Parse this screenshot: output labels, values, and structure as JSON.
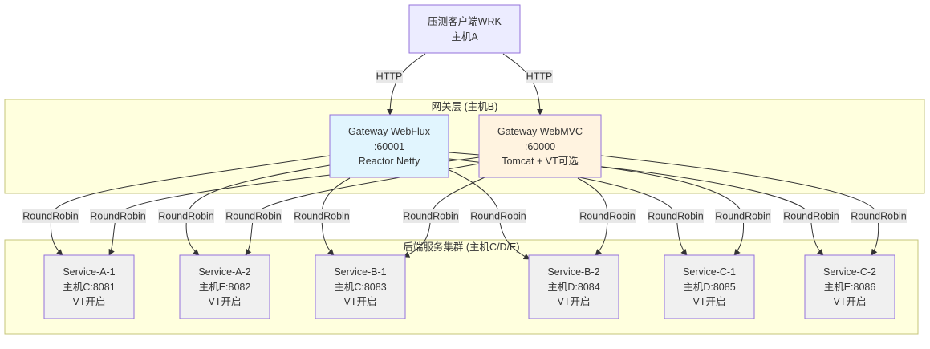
{
  "colors": {
    "group_fill": "#ffffde",
    "group_stroke": "#c6c47a",
    "node_stroke": "#9370db",
    "client_fill": "#ececff",
    "webflux_fill": "#e1f5fe",
    "webmvc_fill": "#fff3e0",
    "service_fill": "#f0f0f0",
    "edge": "#333333"
  },
  "groups": {
    "gateway": {
      "title": "网关层 (主机B)"
    },
    "backend": {
      "title": "后端服务集群 (主机C/D/E)"
    }
  },
  "nodes": {
    "client": {
      "lines": [
        "压测客户端WRK",
        "主机A"
      ]
    },
    "webflux": {
      "lines": [
        "Gateway WebFlux",
        ":60001",
        "Reactor Netty"
      ]
    },
    "webmvc": {
      "lines": [
        "Gateway WebMVC",
        ":60000",
        "Tomcat + VT可选"
      ]
    },
    "svc_a1": {
      "lines": [
        "Service-A-1",
        "主机C:8081",
        "VT开启"
      ]
    },
    "svc_a2": {
      "lines": [
        "Service-A-2",
        "主机E:8082",
        "VT开启"
      ]
    },
    "svc_b1": {
      "lines": [
        "Service-B-1",
        "主机C:8083",
        "VT开启"
      ]
    },
    "svc_b2": {
      "lines": [
        "Service-B-2",
        "主机D:8084",
        "VT开启"
      ]
    },
    "svc_c1": {
      "lines": [
        "Service-C-1",
        "主机D:8085",
        "VT开启"
      ]
    },
    "svc_c2": {
      "lines": [
        "Service-C-2",
        "主机E:8086",
        "VT开启"
      ]
    }
  },
  "edges": [
    {
      "from": "client",
      "to": "webflux",
      "label": "HTTP"
    },
    {
      "from": "client",
      "to": "webmvc",
      "label": "HTTP"
    },
    {
      "from": "webflux",
      "to": "svc_a1",
      "label": "RoundRobin"
    },
    {
      "from": "webflux",
      "to": "svc_a2",
      "label": "RoundRobin"
    },
    {
      "from": "webflux",
      "to": "svc_b1",
      "label": "RoundRobin"
    },
    {
      "from": "webflux",
      "to": "svc_b2",
      "label": "RoundRobin"
    },
    {
      "from": "webflux",
      "to": "svc_c1",
      "label": "RoundRobin"
    },
    {
      "from": "webflux",
      "to": "svc_c2",
      "label": "RoundRobin"
    },
    {
      "from": "webmvc",
      "to": "svc_a1",
      "label": "RoundRobin"
    },
    {
      "from": "webmvc",
      "to": "svc_a2",
      "label": "RoundRobin"
    },
    {
      "from": "webmvc",
      "to": "svc_b1",
      "label": "RoundRobin"
    },
    {
      "from": "webmvc",
      "to": "svc_b2",
      "label": "RoundRobin"
    },
    {
      "from": "webmvc",
      "to": "svc_c1",
      "label": "RoundRobin"
    },
    {
      "from": "webmvc",
      "to": "svc_c2",
      "label": "RoundRobin"
    }
  ]
}
